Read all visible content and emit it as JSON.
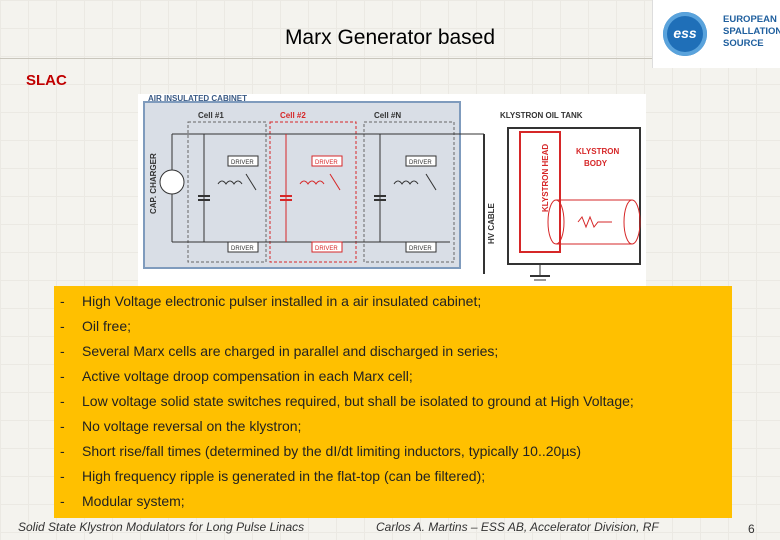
{
  "slide": {
    "title": "Marx Generator based",
    "subtitle": "SLAC",
    "logo": {
      "mark": "ess",
      "lines": [
        "EUROPEAN",
        "SPALLATION",
        "SOURCE"
      ],
      "color": "#1f6fb8"
    },
    "footer_left": "Solid State Klystron Modulators for Long Pulse Linacs",
    "footer_right": "Carlos A. Martins – ESS AB, Accelerator Division, RF",
    "page_number": "6"
  },
  "diagram": {
    "cabinet_label": "AIR INSULATED CABINET",
    "cap_charger_label": "CAP. CHARGER",
    "cells": [
      {
        "label": "Cell #1",
        "color": "#444444"
      },
      {
        "label": "Cell #2",
        "color": "#d62728"
      },
      {
        "label": "Cell #N",
        "color": "#444444"
      }
    ],
    "driver_label": "DRIVER",
    "oil_tank_label": "KLYSTRON OIL TANK",
    "hv_cable_label": "HV CABLE",
    "klystron_head_label": "KLYSTRON HEAD",
    "klystron_body_label": [
      "KLYSTRON",
      "BODY"
    ],
    "colors": {
      "cabinet_border": "#7f9bbd",
      "cabinet_fill": "#d9dee6",
      "red": "#d62728",
      "dark": "#333333"
    }
  },
  "bullets": {
    "background": "#ffc000",
    "items": [
      {
        "dash": "-",
        "text": "High Voltage electronic pulser installed in a air insulated cabinet;"
      },
      {
        "dash": "-",
        "text": "Oil free;"
      },
      {
        "dash": "-",
        "text": "Several Marx cells are charged in parallel and discharged in series;"
      },
      {
        "dash": "-",
        "text": "Active voltage droop compensation in each Marx cell;"
      },
      {
        "dash": "-",
        "text": "Low voltage solid state switches required, but shall be isolated to ground at High Voltage;"
      },
      {
        "dash": "-",
        "text": "No voltage reversal on the klystron;"
      },
      {
        "dash": "-",
        "text": "Short rise/fall times (determined by the dI/dt limiting inductors, typically 10..20µs)"
      },
      {
        "dash": "-",
        "text": "High frequency ripple is generated in the flat-top (can be filtered);"
      },
      {
        "dash": "-",
        "text": "Modular system;"
      }
    ]
  }
}
